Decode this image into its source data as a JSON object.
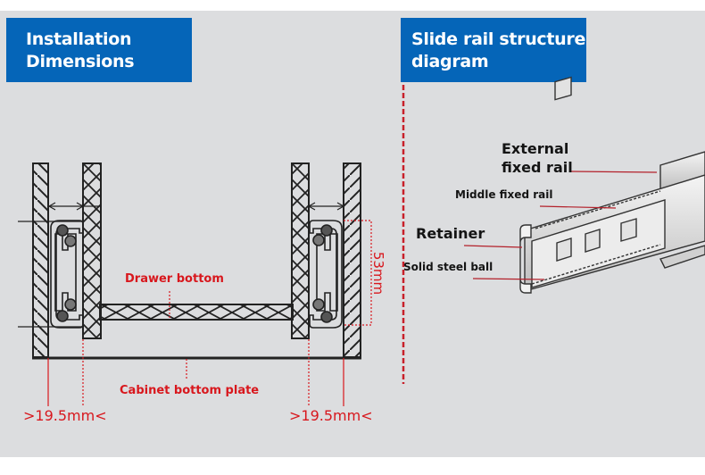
{
  "left_section": {
    "title_line1": "Installation",
    "title_line2": "Dimensions",
    "labels": {
      "drawer_bottom": "Drawer bottom",
      "cabinet_bottom_plate": "Cabinet bottom plate",
      "height_dimension": "53mm",
      "left_clearance": ">19.5mm<",
      "right_clearance": ">19.5mm<"
    }
  },
  "right_section": {
    "title_line1": "Slide rail structure",
    "title_line2": "diagram",
    "parts": {
      "external_fixed_rail_line1": "External",
      "external_fixed_rail_line2": "fixed rail",
      "middle_fixed_rail": "Middle fixed rail",
      "retainer": "Retainer",
      "solid_steel_ball": "Solid steel ball"
    }
  },
  "colors": {
    "title_bg": "#0565b8",
    "annotation_red": "#d8171d",
    "panel_bg": "#dcdddf"
  }
}
